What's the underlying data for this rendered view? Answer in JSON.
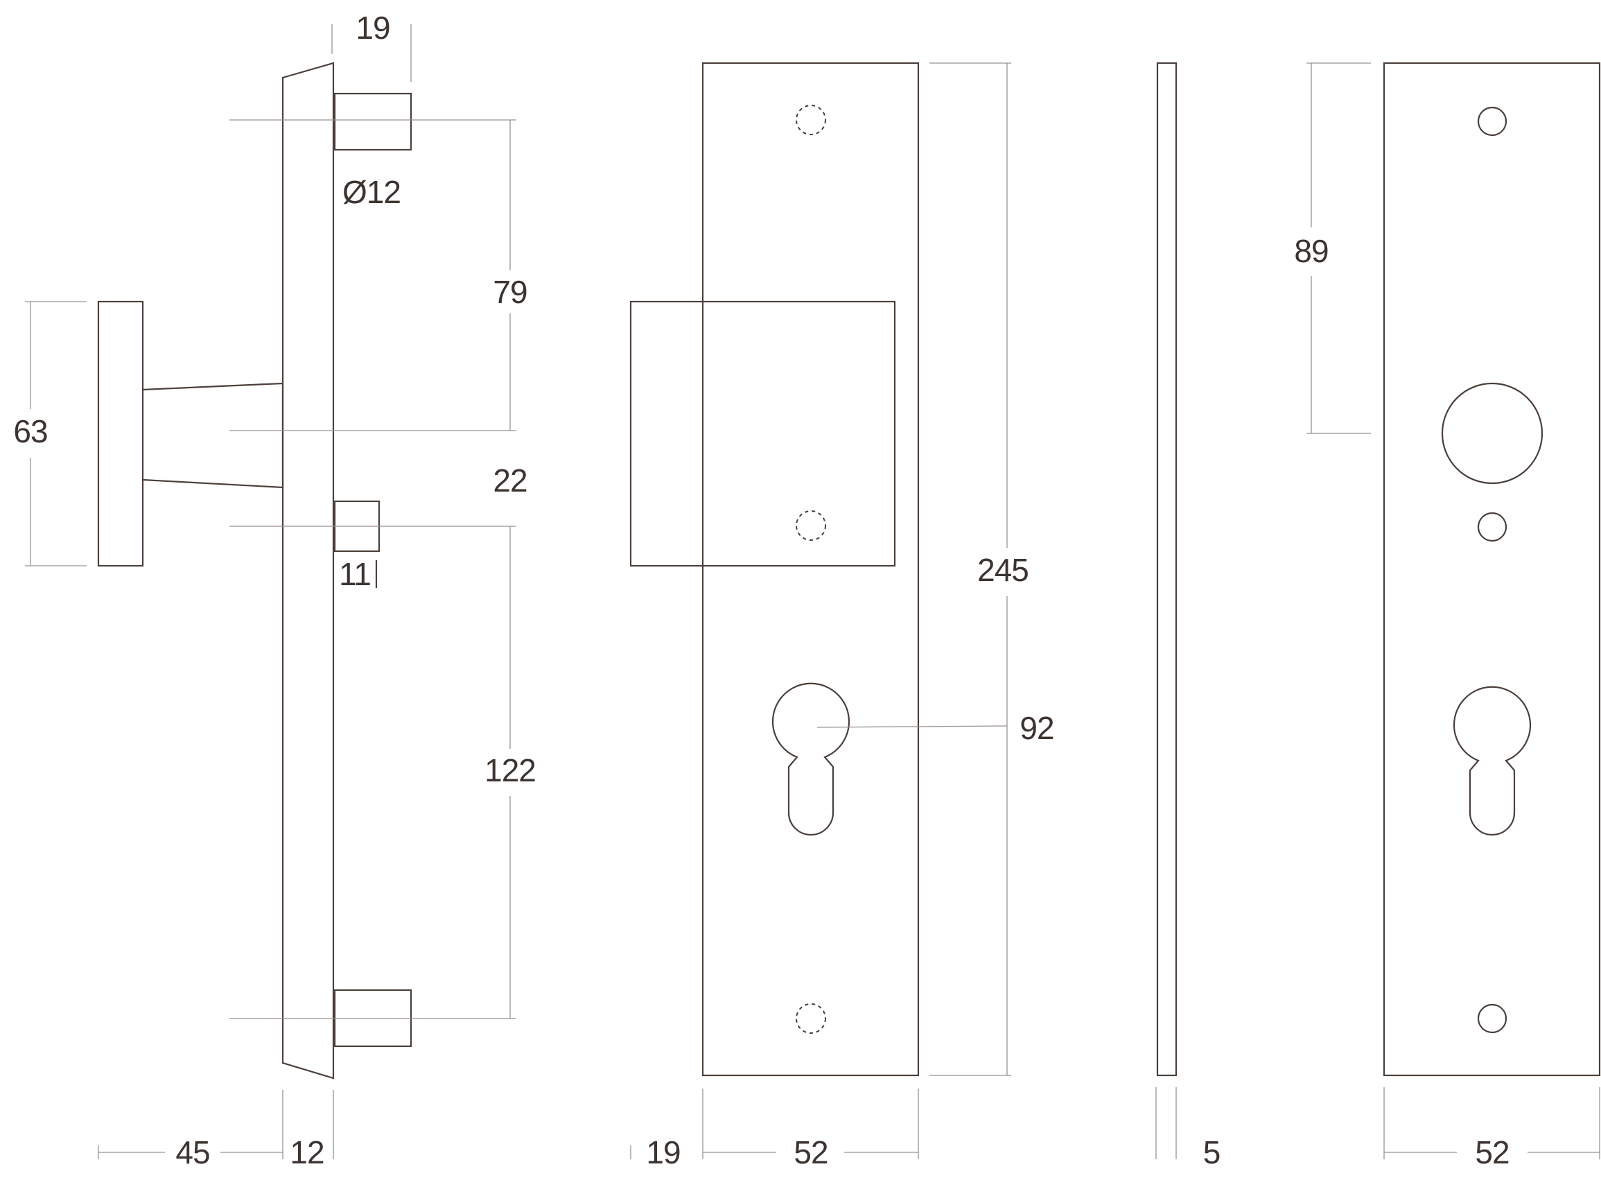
{
  "colors": {
    "part_stroke": "#4a3f3a",
    "dimension_line": "#9a9290",
    "label_text": "#3b3430",
    "background": "#ffffff"
  },
  "side_view": {
    "pin_top_width": "19",
    "pin_top_diameter": "Ø12",
    "upper_spacing": "79",
    "middle_spacing": "22",
    "small_pin_size": "11",
    "lower_spacing": "122",
    "knob_height": "63",
    "knob_projection": "45",
    "plate_thickness": "12"
  },
  "front_view": {
    "knob_depth": "19",
    "plate_width": "52",
    "plate_height": "245",
    "center_to_cylinder": "92"
  },
  "edge_view": {
    "thickness": "5"
  },
  "back_view": {
    "top_to_knob_center": "89",
    "plate_width": "52"
  }
}
